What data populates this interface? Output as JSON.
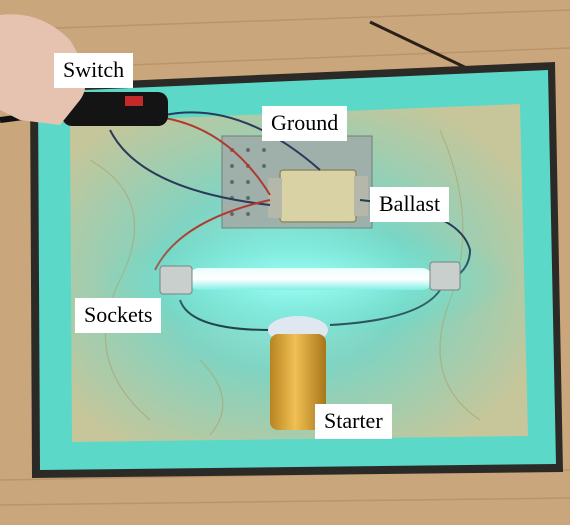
{
  "labels": {
    "switch": "Switch",
    "ground": "Ground",
    "ballast": "Ballast",
    "sockets": "Sockets",
    "starter": "Starter"
  },
  "colors": {
    "floor": "#c8a57a",
    "box_frame": "#2b2a26",
    "box_inner_glow": "#63e0d0",
    "plywood": "#c9c99c",
    "uv_tube": "#b8fff6",
    "ballast_body": "#d9d3a6",
    "starter_body": "#e0a63a"
  }
}
